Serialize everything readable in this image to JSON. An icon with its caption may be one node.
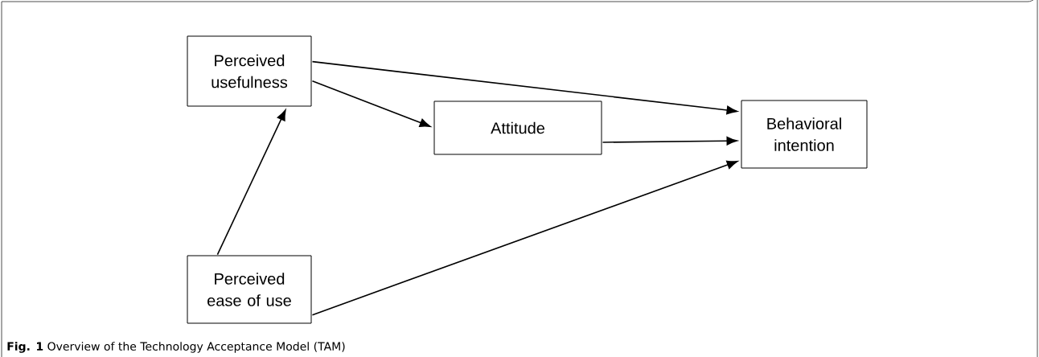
{
  "diagram": {
    "caption": "**Fig. 1** Overview of the Technology Acceptance Model (TAM)",
    "nodes": [
      {
        "text": [
          "Perceived usefulness"
        ]
      },
      {
        "text": [
          "Attitude"
        ]
      },
      {
        "text": [
          "Behavioral intention"
        ]
      },
      {
        "text": [
          "Perceived ease of use"
        ]
      }
    ],
    "edges": [
      {
        "from": 0,
        "to": 2,
        "arrow": "to"
      },
      {
        "from": 0,
        "to": 1,
        "arrow": "to"
      },
      {
        "from": 1,
        "to": 2,
        "arrow": "to"
      },
      {
        "from": 3,
        "to": 0,
        "arrow": "to"
      },
      {
        "from": 3,
        "to": 2,
        "arrow": "to"
      }
    ]
  }
}
